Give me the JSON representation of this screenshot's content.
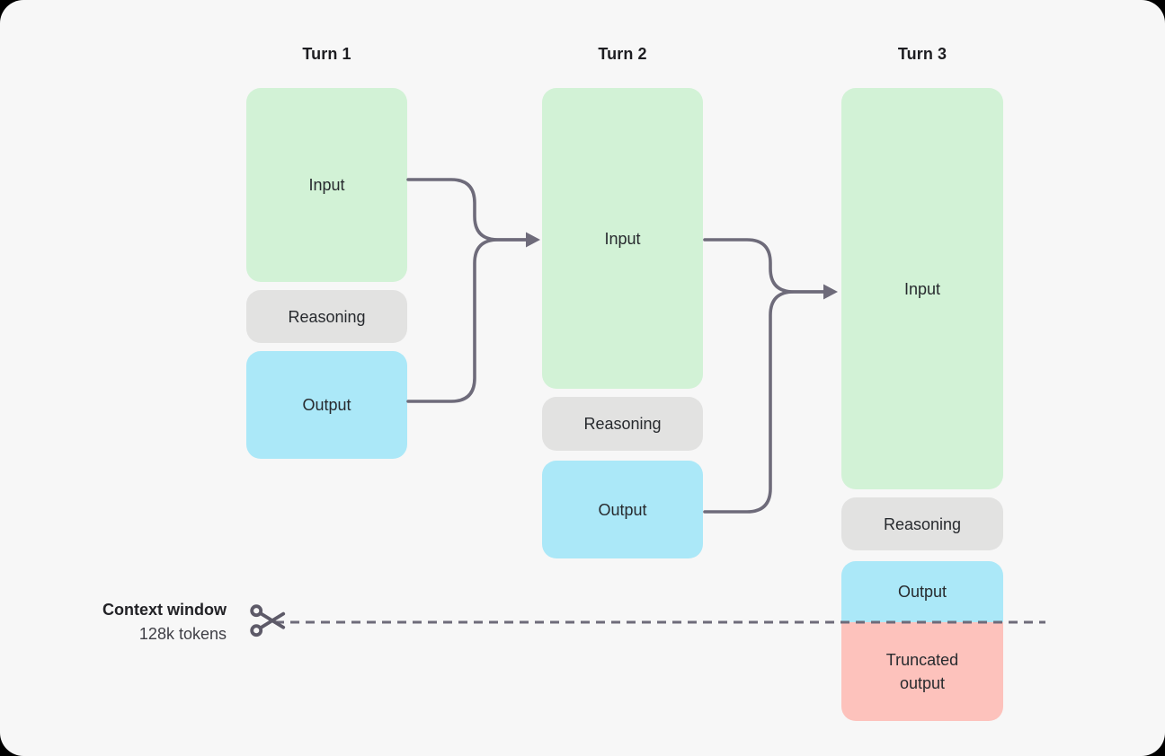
{
  "page": {
    "background": "#f7f7f7"
  },
  "turns": [
    {
      "label": "Turn 1",
      "input_label": "Input",
      "reasoning_label": "Reasoning",
      "output_label": "Output"
    },
    {
      "label": "Turn 2",
      "input_label": "Input",
      "reasoning_label": "Reasoning",
      "output_label": "Output"
    },
    {
      "label": "Turn 3",
      "input_label": "Input",
      "reasoning_label": "Reasoning",
      "output_label": "Output",
      "truncated_label": "Truncated output"
    }
  ],
  "context_window": {
    "title": "Context window",
    "subtitle": "128k tokens"
  },
  "icons": {
    "scissors": "scissors-icon"
  },
  "colors": {
    "background": "#f7f7f7",
    "input_box": "#d2f2d6",
    "reasoning_box": "#e2e2e1",
    "output_box": "#abe8f8",
    "truncated_box": "#fdc2bc",
    "connector": "#6e6b7a",
    "scissors": "#5d5a68"
  }
}
